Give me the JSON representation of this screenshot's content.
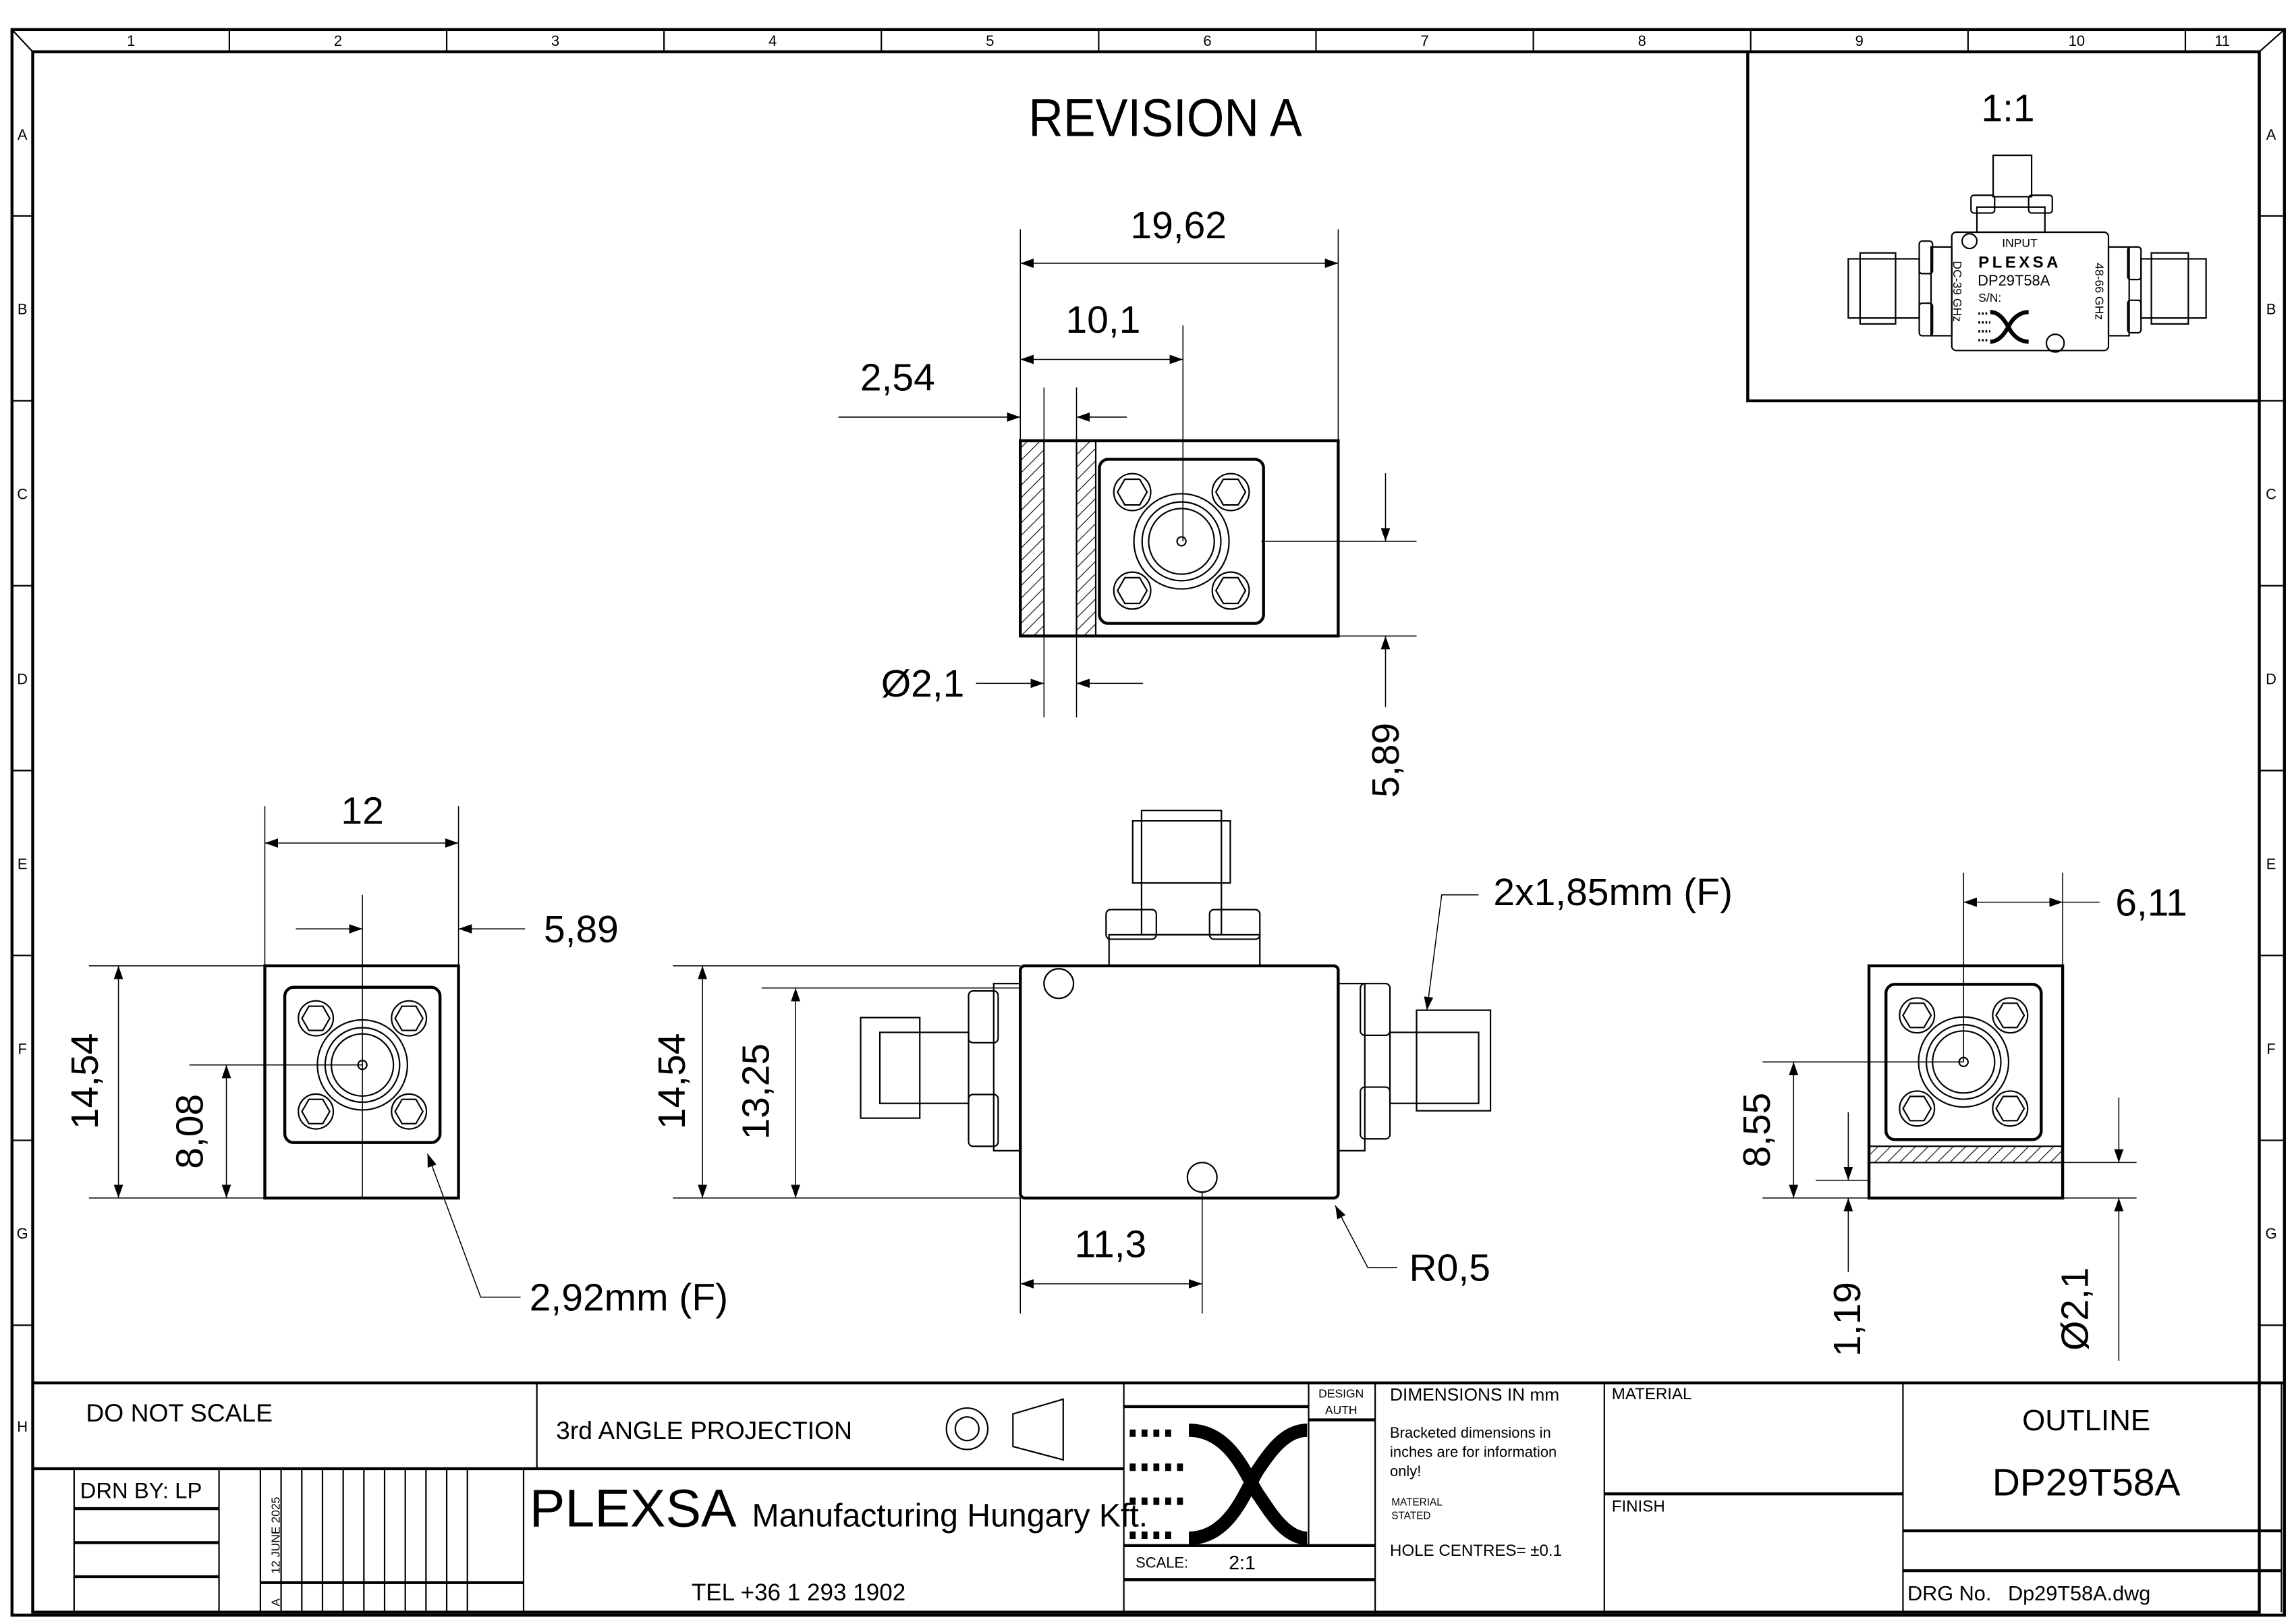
{
  "revision_title": "REVISION A",
  "ruler": {
    "columns": [
      "1",
      "2",
      "3",
      "4",
      "5",
      "6",
      "7",
      "8",
      "9",
      "10",
      "11"
    ],
    "rows": [
      "A",
      "B",
      "C",
      "D",
      "E",
      "F",
      "G",
      "H"
    ]
  },
  "top_view": {
    "overall_width": "19,62",
    "connector_offset": "10,1",
    "slot_offset": "2,54",
    "slot_diameter": "Ø2,1",
    "height_offset": "5,89"
  },
  "left_view": {
    "width": "12",
    "offset": "5,89",
    "height": "14,54",
    "center_height": "8,08",
    "connector_label": "2,92mm (F)"
  },
  "front_view": {
    "height": "14,54",
    "inner_height": "13,25",
    "hole_offset": "11,3",
    "radius": "R0,5",
    "connector_label": "2x1,85mm (F)"
  },
  "right_view": {
    "offset": "6,11",
    "center_height": "8,55",
    "strip_height": "1,19",
    "hole_diameter": "Ø2,1"
  },
  "inset": {
    "scale": "1:1",
    "input_label": "INPUT",
    "brand": "PLEXSA",
    "model": "DP29T58A",
    "serial_label": "S/N:",
    "low_band": "DC-39 GHz",
    "high_band": "48-66 GHz"
  },
  "title_block": {
    "do_not_scale": "DO NOT SCALE",
    "projection": "3rd ANGLE PROJECTION",
    "drawn_by": "DRN BY: LP",
    "date": "12 JUNE 2025",
    "revision": "A",
    "company_brand": "PLEXSA",
    "company_rest": "Manufacturing Hungary Kft.",
    "phone": "TEL +36 1 293 1902",
    "design_auth_1": "DESIGN",
    "design_auth_2": "AUTH",
    "scale_label": "SCALE:",
    "scale_value": "2:1",
    "dimensions_note": "DIMENSIONS IN mm",
    "bracket_note_1": "Bracketed dimensions in",
    "bracket_note_2": "inches are for information",
    "bracket_note_3": "only!",
    "material_stated_1": "MATERIAL",
    "material_stated_2": "STATED",
    "hole_centres": "HOLE CENTRES= ±0.1",
    "material_label": "MATERIAL",
    "finish_label": "FINISH",
    "doc_type": "OUTLINE",
    "part_number": "DP29T58A",
    "drg_label": "DRG No.",
    "drg_value": "Dp29T58A.dwg"
  }
}
